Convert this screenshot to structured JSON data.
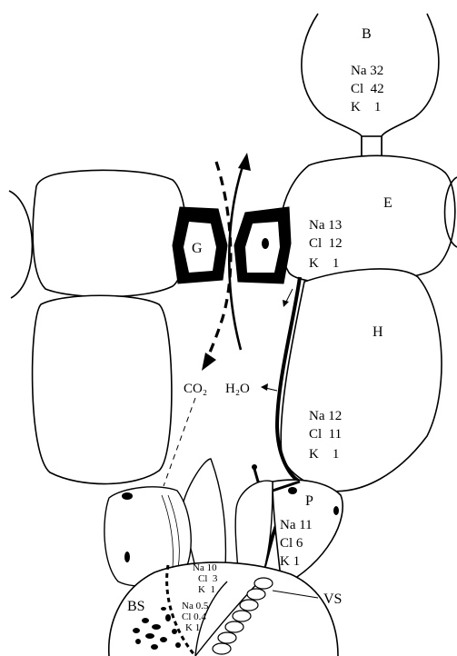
{
  "cells": {
    "B": {
      "label": "B",
      "ions": [
        "Na 32",
        "Cl  42",
        "K    1"
      ]
    },
    "E": {
      "label": "E",
      "ions": [
        "Na 13",
        "Cl  12",
        "K    1"
      ]
    },
    "H": {
      "label": "H",
      "ions": [
        "Na 12",
        "Cl  11",
        "K    1"
      ]
    },
    "P": {
      "label": "P",
      "ions": [
        "Na 11",
        "Cl 6",
        "K 1"
      ]
    },
    "G": {
      "label": "G"
    },
    "BS": {
      "label": "BS"
    },
    "VS": {
      "label": "VS"
    }
  },
  "small_ions": {
    "upper": [
      "Na 10",
      "Cl  3",
      "K  1"
    ],
    "lower": [
      "Na 0.5",
      "Cl 0.4",
      "K 1"
    ]
  },
  "gases": {
    "co2": "CO₂",
    "h2o": "H₂O"
  }
}
